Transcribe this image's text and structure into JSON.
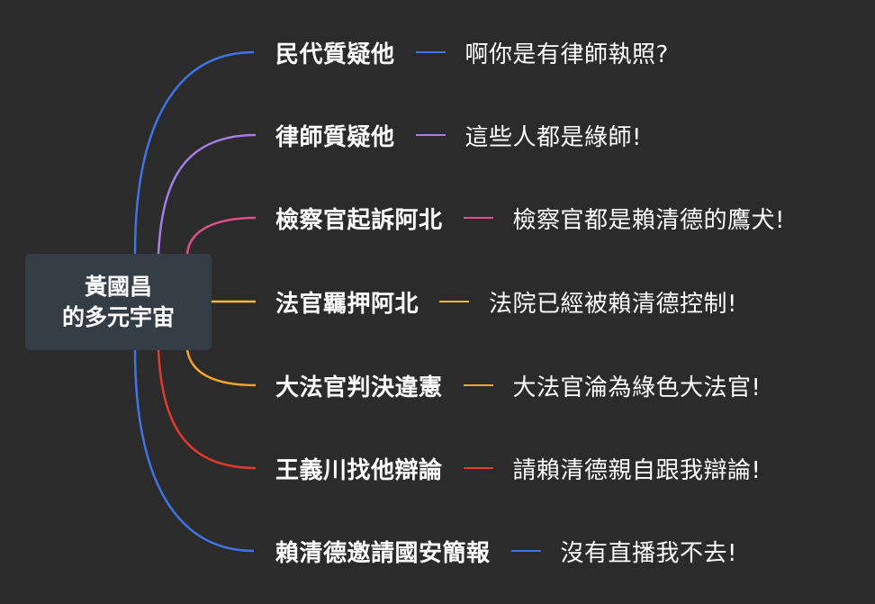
{
  "center": {
    "line1": "黃國昌",
    "line2": "的多元宇宙"
  },
  "branches": [
    {
      "title": "民代質疑他",
      "note": "啊你是有律師執照?",
      "color": "#3f74e6"
    },
    {
      "title": "律師質疑他",
      "note": "這些人都是綠師!",
      "color": "#a67ce8"
    },
    {
      "title": "檢察官起訴阿北",
      "note": "檢察官都是賴清德的鷹犬!",
      "color": "#e0518c"
    },
    {
      "title": "法官羈押阿北",
      "note": "法院已經被賴清德控制!",
      "color": "#f2b92e"
    },
    {
      "title": "大法官判決違憲",
      "note": "大法官淪為綠色大法官!",
      "color": "#f4a230"
    },
    {
      "title": "王義川找他辯論",
      "note": "請賴清德親自跟我辯論!",
      "color": "#e13a2a"
    },
    {
      "title": "賴清德邀請國安簡報",
      "note": "沒有直播我不去!",
      "color": "#3f74e6"
    }
  ]
}
